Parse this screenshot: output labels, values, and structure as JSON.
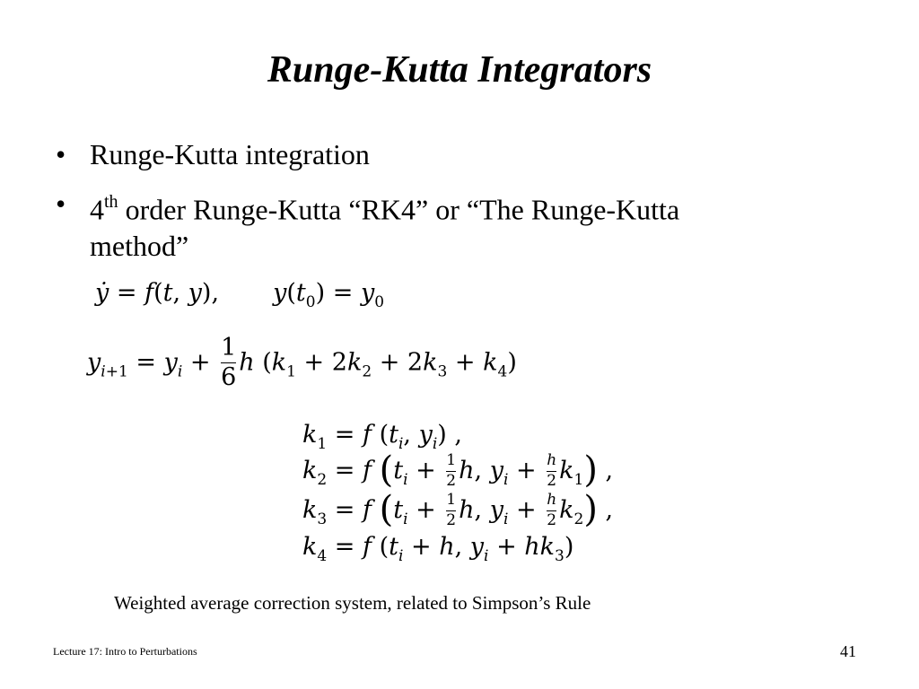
{
  "slide": {
    "title": "Runge-Kutta Integrators",
    "bullets": [
      {
        "marker": "•",
        "text": "Runge-Kutta integration"
      },
      {
        "marker": "•",
        "prefix": "4",
        "superscript": "th",
        "text": " order Runge-Kutta “RK4” or “The Runge-Kutta",
        "continuation": "method”"
      }
    ],
    "caption": "Weighted average correction system, related to Simpson’s Rule",
    "footer": {
      "lecture": "Lecture 17: Intro to Perturbations",
      "page_number": "41"
    }
  }
}
